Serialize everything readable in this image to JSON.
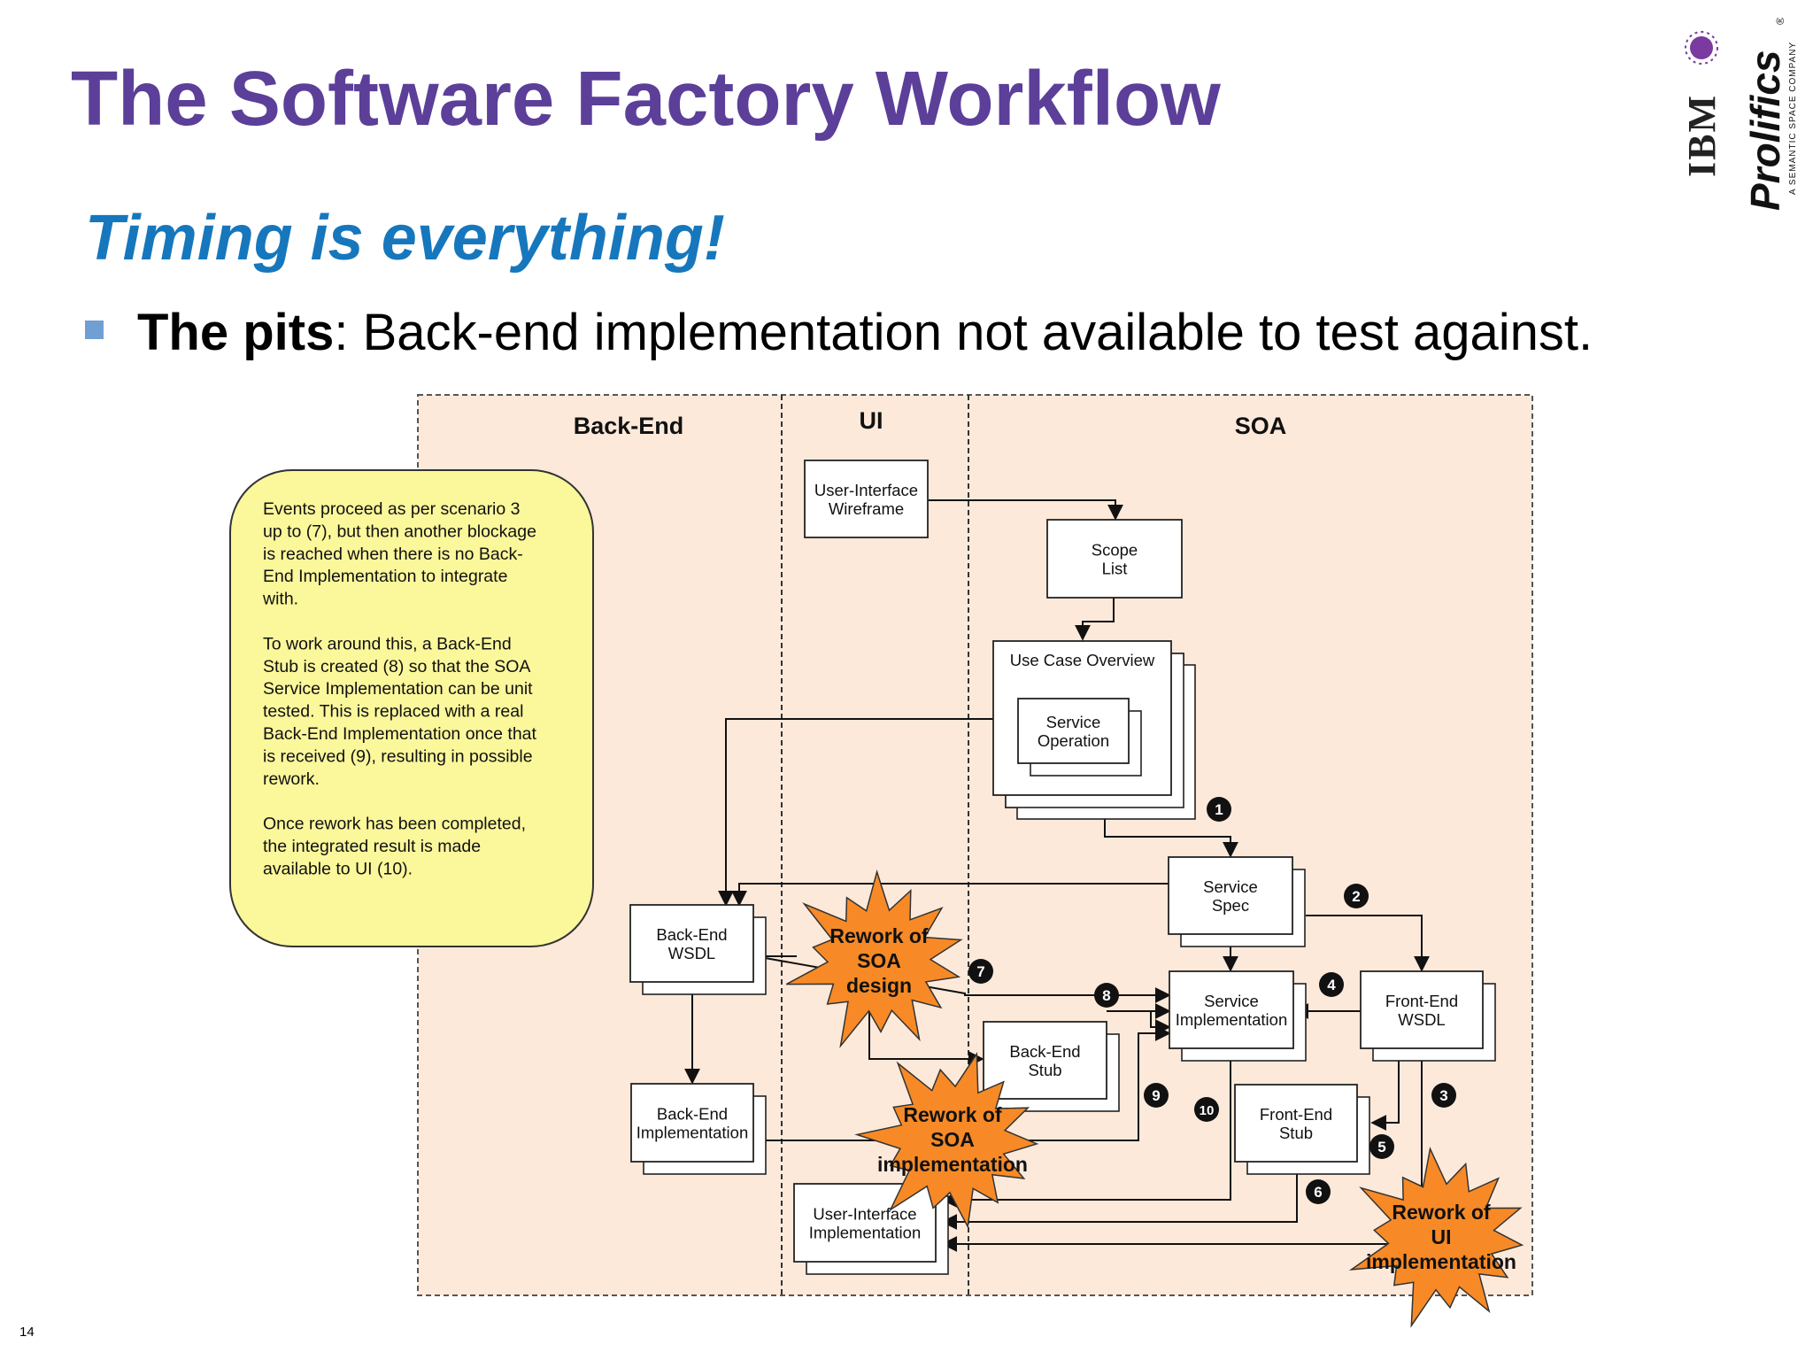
{
  "slide": {
    "title": "The Software Factory Workflow",
    "subtitle": "Timing is everything!",
    "bullet_bold": "The pits",
    "bullet_rest": ": Back-end implementation not available to test against.",
    "page_number": "14"
  },
  "logo": {
    "ibm": "IBM",
    "prolifics": "Prolifics",
    "tagline": "A SEMANTIC SPACE COMPANY",
    "registered": "®"
  },
  "diagram": {
    "lanes": {
      "backend": "Back-End",
      "ui": "UI",
      "soa": "SOA"
    },
    "note": {
      "lines": [
        "Events proceed as per scenario 3",
        "up to (7), but then another blockage",
        "is reached when there is no Back-",
        "End Implementation to integrate",
        "with.",
        "",
        "To work around this, a Back-End",
        "Stub is created (8) so that the SOA",
        "Service Implementation can be unit",
        "tested. This is replaced with a real",
        "Back-End Implementation once that",
        "is received (9), resulting in possible",
        "rework.",
        "",
        "Once rework has been completed,",
        "the integrated result is made",
        "available to UI (10)."
      ]
    },
    "boxes": {
      "ui_wireframe": [
        "User-Interface",
        "Wireframe"
      ],
      "scope_list": [
        "Scope",
        "List"
      ],
      "use_case": [
        "Use Case Overview"
      ],
      "service_operation": [
        "Service",
        "Operation"
      ],
      "service_spec": [
        "Service",
        "Spec"
      ],
      "backend_wsdl": [
        "Back-End",
        "WSDL"
      ],
      "service_impl": [
        "Service",
        "Implementation"
      ],
      "frontend_wsdl": [
        "Front-End",
        "WSDL"
      ],
      "backend_stub": [
        "Back-End",
        "Stub"
      ],
      "backend_impl": [
        "Back-End",
        "Implementation"
      ],
      "frontend_stub": [
        "Front-End",
        "Stub"
      ],
      "ui_impl": [
        "User-Interface",
        "Implementation"
      ]
    },
    "bursts": {
      "rework_soa_design": [
        "Rework of",
        "SOA",
        "design"
      ],
      "rework_soa_impl": [
        "Rework of",
        "SOA",
        "implementation"
      ],
      "rework_ui_impl": [
        "Rework of",
        "UI",
        "implementation"
      ]
    },
    "steps": [
      "1",
      "2",
      "3",
      "4",
      "5",
      "6",
      "7",
      "8",
      "9",
      "10"
    ]
  },
  "colors": {
    "title": "#5b3f99",
    "subtitle": "#1677bd",
    "lane_fill": "#fde9da",
    "note_fill": "#fbf79b",
    "burst_fill": "#f78a26"
  }
}
